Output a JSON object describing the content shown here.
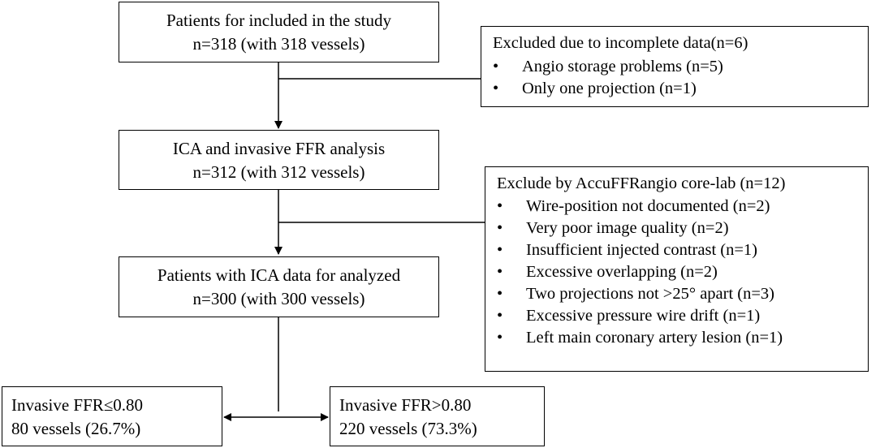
{
  "boxes": {
    "enrolled": {
      "line1": "Patients for included in the study",
      "line2": "n=318 (with 318 vessels)"
    },
    "ica_ffr": {
      "line1": "ICA and invasive FFR analysis",
      "line2": "n=312 (with 312 vessels)"
    },
    "analyzed": {
      "line1": "Patients with ICA data for analyzed",
      "line2": "n=300 (with 300 vessels)"
    },
    "ffr_low": {
      "line1": "Invasive FFR≤0.80",
      "line2": "80 vessels (26.7%)"
    },
    "ffr_high": {
      "line1": "Invasive FFR>0.80",
      "line2": "220 vessels (73.3%)"
    }
  },
  "exclusions": {
    "first": {
      "header": "Excluded due to incomplete data(n=6)",
      "items": [
        "Angio storage problems (n=5)",
        "Only one projection (n=1)"
      ]
    },
    "second": {
      "header": "Exclude by AccuFFRangio core-lab (n=12)",
      "items": [
        "Wire-position not documented (n=2)",
        "Very poor image quality (n=2)",
        "Insufficient injected contrast (n=1)",
        "Excessive overlapping (n=2)",
        "Two projections not >25° apart (n=3)",
        "Excessive pressure wire drift (n=1)",
        "Left main coronary artery lesion (n=1)"
      ]
    }
  },
  "bullet_glyph": "•"
}
